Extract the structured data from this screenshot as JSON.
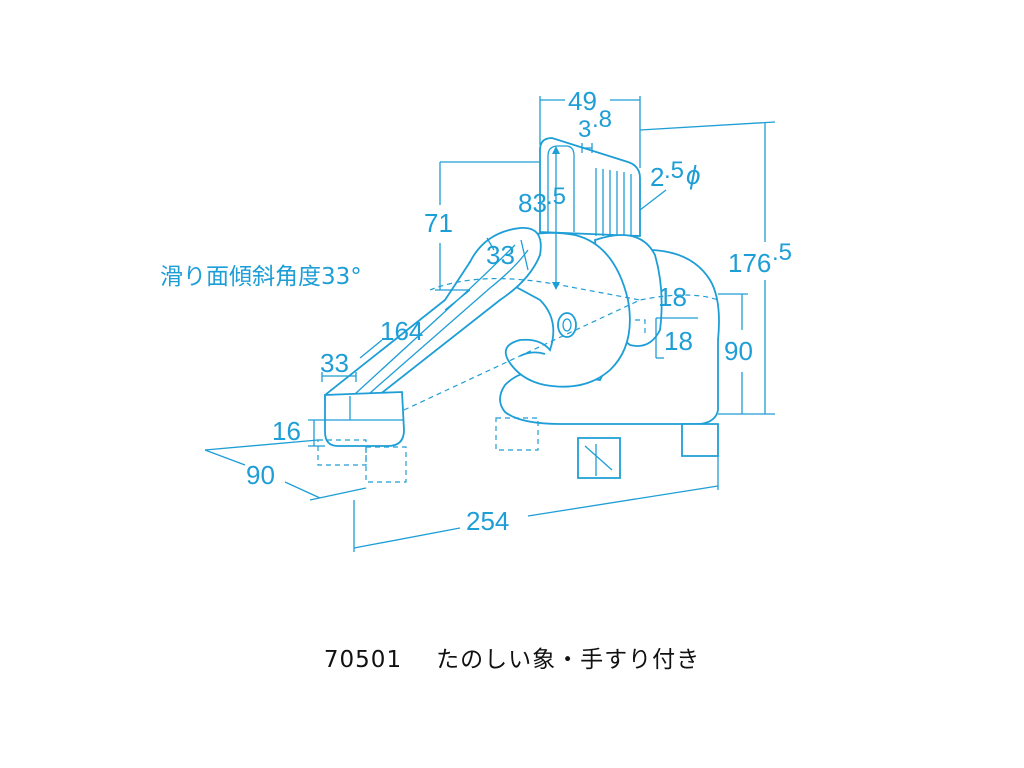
{
  "diagram": {
    "accent_color": "#1e9ed6",
    "dimensions": {
      "top_width": "49",
      "rail_dia_a": "3",
      "rail_dia_b": ".8",
      "pipe_dia_a": "2",
      "pipe_dia_b": ".5",
      "pipe_dia_sym": "ϕ",
      "height_top": "83",
      "height_top_b": ".5",
      "left_height": "71",
      "slide_width": "33",
      "slide_angle_label": "滑り面傾斜角度33°",
      "slide_length": "164",
      "slide_width_low": "33",
      "exit_height": "16",
      "depth": "90",
      "total_length": "254",
      "total_height_a": "176",
      "total_height_b": ".5",
      "ear_w": "18",
      "ear_h": "18",
      "body_height": "90"
    }
  },
  "caption": {
    "code": "70501",
    "name": "たのしい象・手すり付き"
  }
}
